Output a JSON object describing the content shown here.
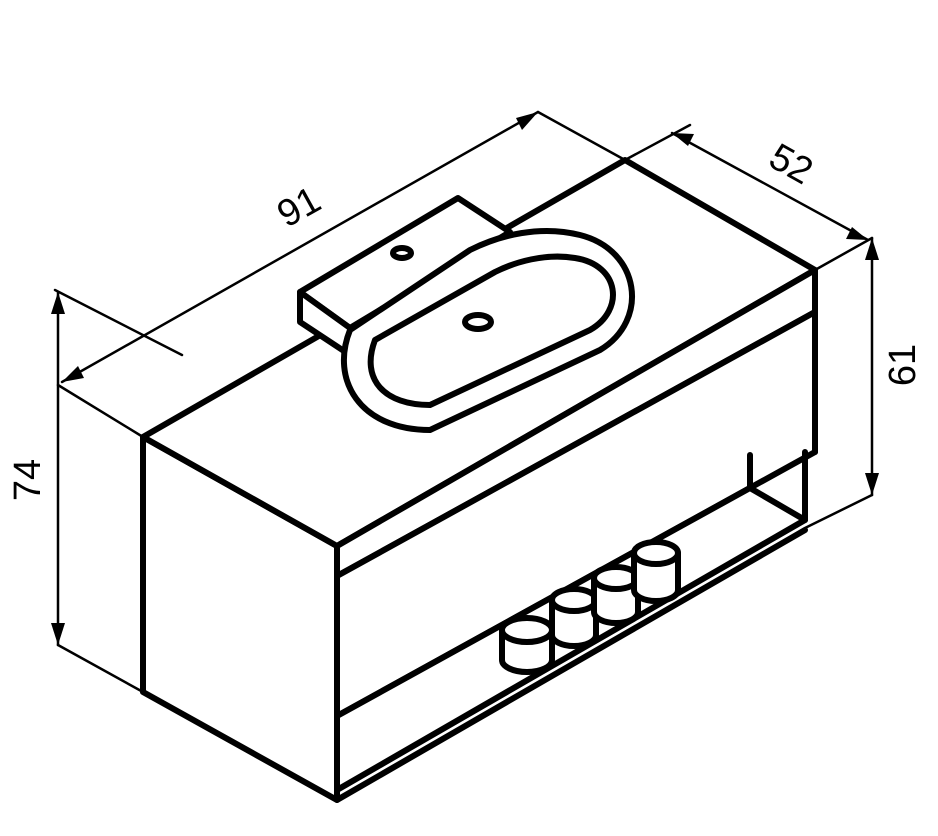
{
  "dimensions": {
    "width": "91",
    "depth": "52",
    "height_front": "74",
    "height_side": "61"
  },
  "colors": {
    "line": "#000000",
    "background": "#ffffff",
    "shade": "#e6e6e6"
  }
}
